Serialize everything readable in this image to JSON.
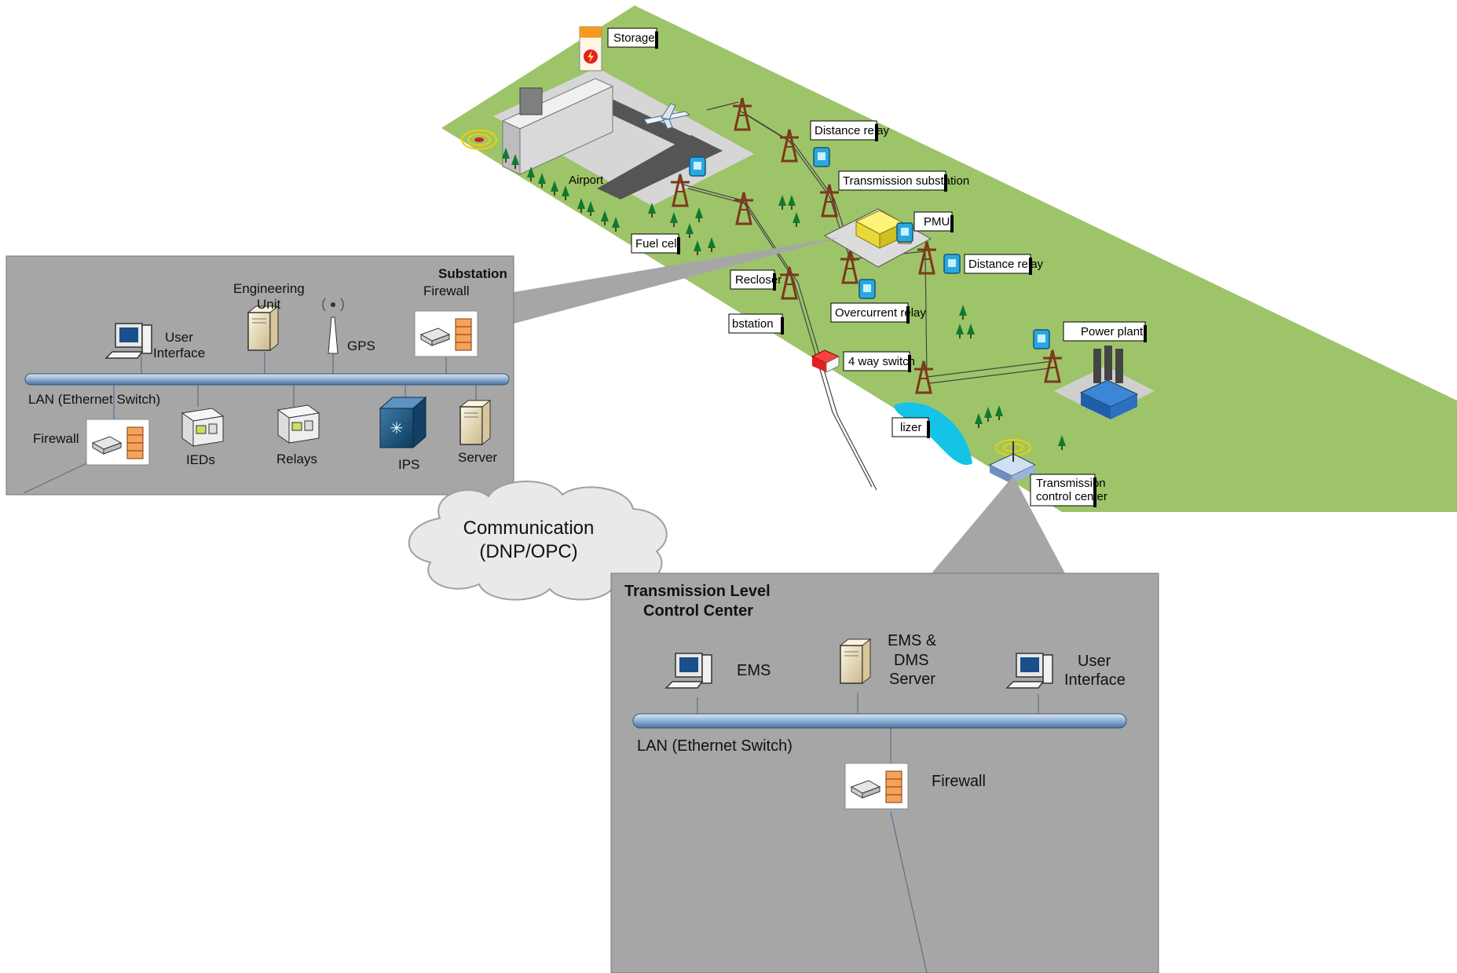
{
  "map": {
    "labels": {
      "storage": "Storage",
      "airport": "Airport",
      "fuel_cell": "Fuel cell",
      "distance_relay_1": "Distance relay",
      "transmission_substation": "Transmission substation",
      "pmu": "PMU",
      "distance_relay_2": "Distance relay",
      "recloser": "Recloser",
      "overcurrent_relay": "Overcurrent relay",
      "substation_partial": "bstation",
      "four_way_switch": "4 way switch",
      "power_plant": "Power plant",
      "lizer_partial": "lizer",
      "transmission_control_center_1": "Transmission",
      "transmission_control_center_2": "control center"
    }
  },
  "substation_panel": {
    "title": "Substation",
    "engineering_unit_1": "Engineering",
    "engineering_unit_2": "Unit",
    "firewall_top": "Firewall",
    "user_interface_1": "User",
    "user_interface_2": "Interface",
    "gps": "GPS",
    "lan": "LAN (Ethernet Switch)",
    "firewall_bottom": "Firewall",
    "ieds": "IEDs",
    "relays": "Relays",
    "ips": "IPS",
    "server": "Server"
  },
  "communication": {
    "line1": "Communication",
    "line2": "(DNP/OPC)"
  },
  "control_center_panel": {
    "title_1": "Transmission Level",
    "title_2": "Control Center",
    "ems": "EMS",
    "ems_dms_1": "EMS &",
    "ems_dms_2": "DMS",
    "ems_dms_3": "Server",
    "user_interface_1": "User",
    "user_interface_2": "Interface",
    "lan": "LAN (Ethernet Switch)",
    "firewall": "Firewall"
  },
  "colors": {
    "grass": "#9ec46a",
    "panel": "#a6a6a6",
    "lan_bus": "#9bb7d6",
    "road": "#666666",
    "water": "#14c3e6"
  }
}
